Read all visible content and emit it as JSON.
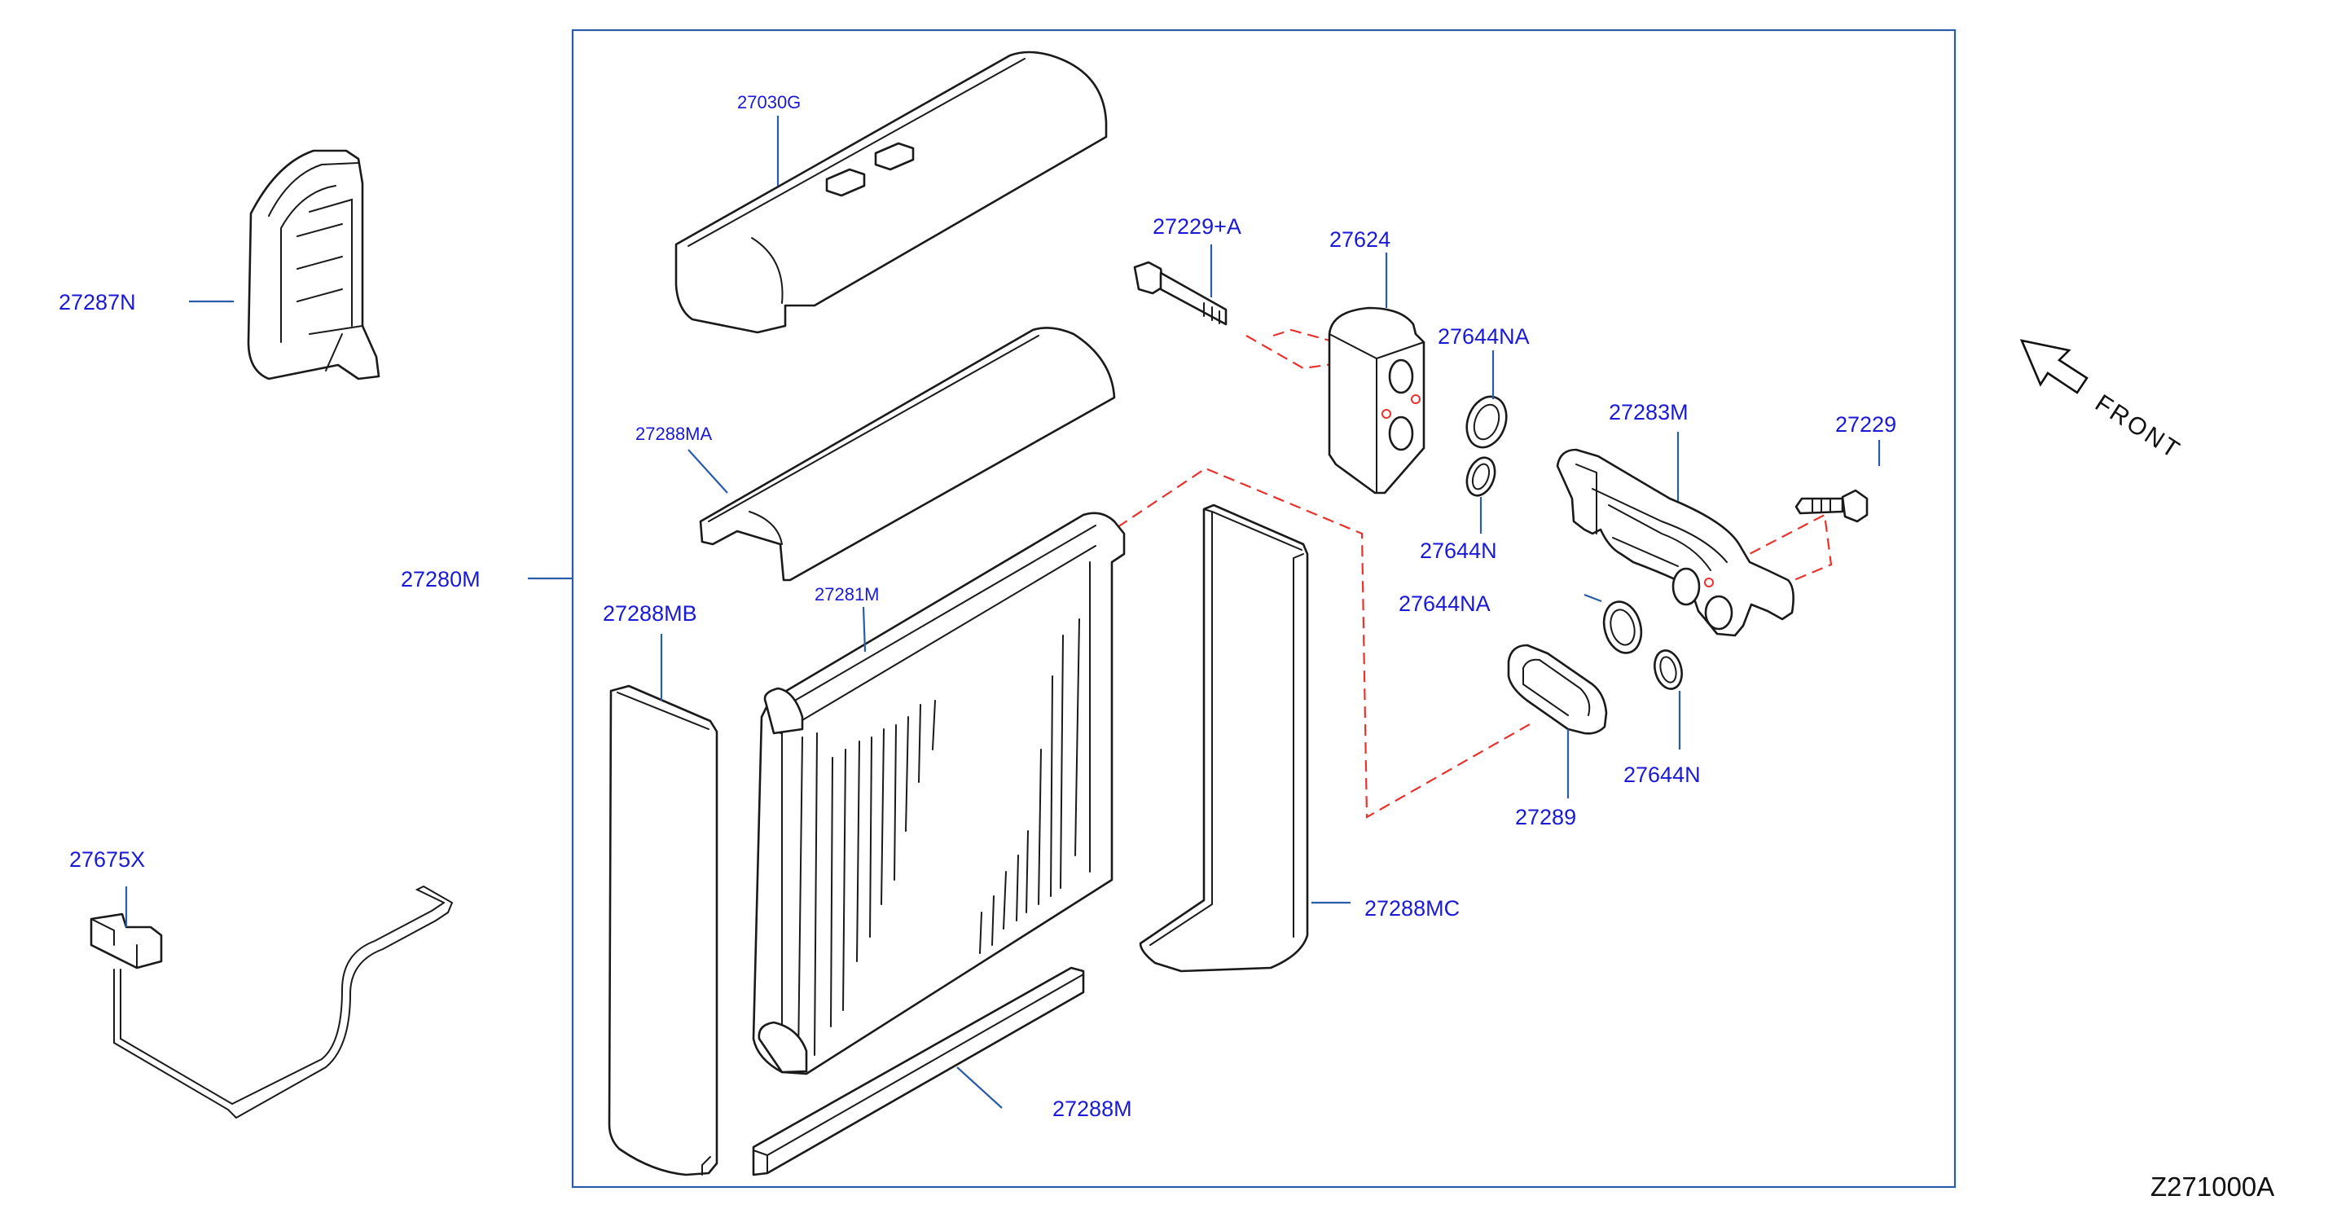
{
  "diagram_code": "Z271000A",
  "direction_label": "FRONT",
  "colors": {
    "label": "#1a1ad6",
    "leader": "#2b5ca8",
    "dashed_link": "#e8322d",
    "line_art": "#1a1a1a"
  },
  "parts": {
    "p27287N": "27287N",
    "p27675X": "27675X",
    "p27280M": "27280M",
    "p27030G": "27030G",
    "p27288MA": "27288MA",
    "p27288MB": "27288MB",
    "p27281M": "27281M",
    "p27288M": "27288M",
    "p27288MC": "27288MC",
    "p27229A": "27229+A",
    "p27624": "27624",
    "p27644NA_top": "27644NA",
    "p27644N_top": "27644N",
    "p27283M": "27283M",
    "p27229": "27229",
    "p27644NA_mid": "27644NA",
    "p27644N_bottom": "27644N",
    "p27289": "27289"
  }
}
